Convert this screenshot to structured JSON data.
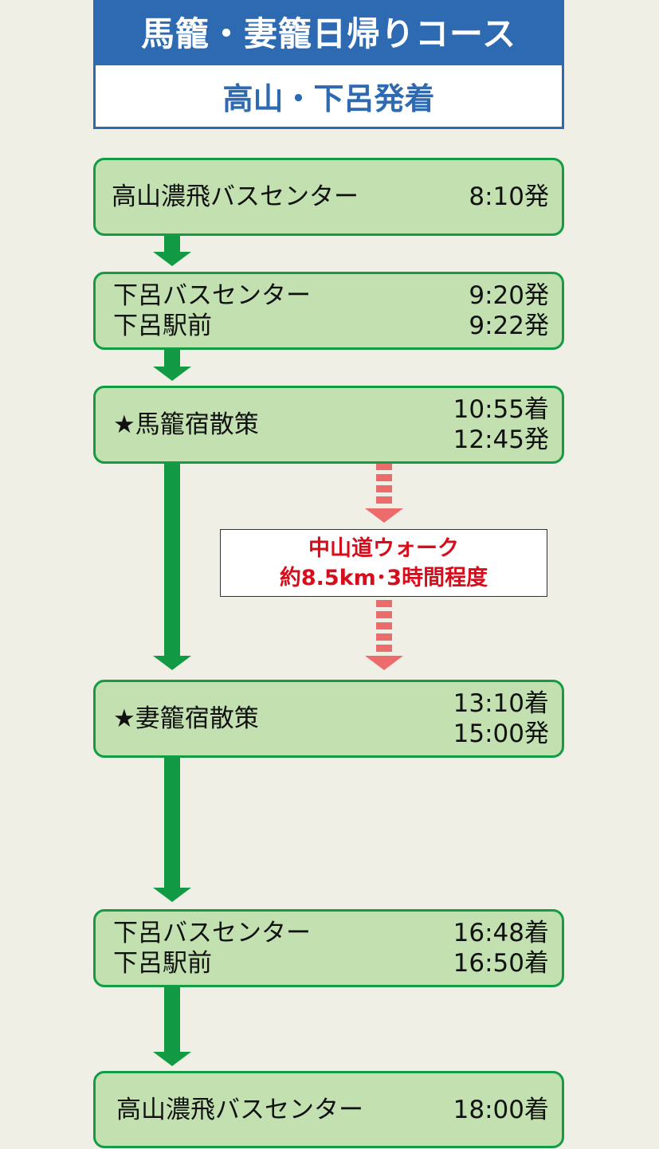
{
  "header": {
    "title": "馬籠・妻籠日帰りコース",
    "subtitle": "高山・下呂発着"
  },
  "stops": [
    {
      "names": [
        "高山濃飛バスセンター"
      ],
      "times": [
        "8:10発"
      ]
    },
    {
      "names": [
        "下呂バスセンター",
        "下呂駅前"
      ],
      "times": [
        "9:20発",
        "9:22発"
      ]
    },
    {
      "names": [
        "★馬籠宿散策"
      ],
      "times": [
        "10:55着",
        "12:45発"
      ]
    },
    {
      "names": [
        "★妻籠宿散策"
      ],
      "times": [
        "13:10着",
        "15:00発"
      ]
    },
    {
      "names": [
        "下呂バスセンター",
        "下呂駅前"
      ],
      "times": [
        "16:48着",
        "16:50着"
      ]
    },
    {
      "names": [
        "高山濃飛バスセンター"
      ],
      "times": [
        "18:00着"
      ]
    }
  ],
  "walk": {
    "route": "中山道ウォーク",
    "detail": "約8.5km･3時間程度"
  },
  "colors": {
    "header_blue": "#2e6ab2",
    "box_fill": "#c3e0b0",
    "box_border": "#139b45",
    "arrow_green": "#119944",
    "walk_arrow": "#ec6b6b",
    "walk_text": "#d80d1b",
    "background": "#efefe6"
  }
}
